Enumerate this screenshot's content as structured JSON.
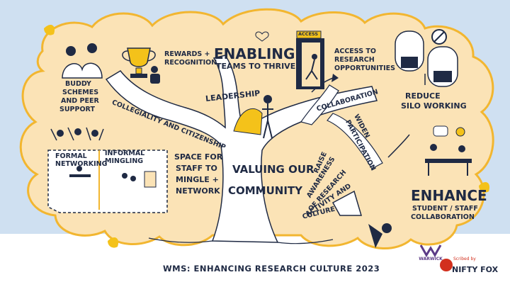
{
  "labels": {
    "enabling_1": "ENABLING",
    "enabling_2": "TEAMS TO THRIVE!",
    "rewards_1": "REWARDS +",
    "rewards_2": "RECOGNITION",
    "access_tag": "ACCESS",
    "access_1": "ACCESS TO",
    "access_2": "RESEARCH",
    "access_3": "OPPORTUNITIES",
    "buddy_1": "BUDDY",
    "buddy_2": "SCHEMES",
    "buddy_3": "AND PEER",
    "buddy_4": "SUPPORT",
    "collegiality": "COLLEGIALITY AND CITIZENSHIP",
    "leadership": "LEADERSHIP",
    "collaboration": "COLLABORATION",
    "reduce_1": "REDUCE",
    "reduce_2": "SILO WORKING",
    "widen_1": "WIDEN",
    "widen_2": "PARTICIPATION",
    "formal_1": "FORMAL",
    "formal_2": "NETWORKING",
    "informal_1": "INFORMAL",
    "informal_2": "MINGLING",
    "space_1": "SPACE FOR",
    "space_2": "STAFF TO",
    "space_3": "MINGLE +",
    "space_4": "NETWORK",
    "valuing_1": "VALUING OUR",
    "valuing_2": "COMMUNITY",
    "raise_1": "RAISE",
    "raise_2": "AWARENESS",
    "raise_3": "OF RESEARCH",
    "raise_4": "ACTIVITY AND",
    "raise_5": "CULTURE",
    "enhance_1": "ENHANCE",
    "enhance_2": "STUDENT / STAFF",
    "enhance_3": "COLLABORATION"
  },
  "footer": "WMS: ENHANCING RESEARCH CULTURE 2023",
  "logos": {
    "warwick": "WARWICK",
    "scribed_by": "Scribed by",
    "nifty_fox": "NIFTY FOX"
  },
  "colors": {
    "sky": "#cfe0f1",
    "cloud": "#fbe3b6",
    "cloud_border": "#f2b630",
    "ink": "#1f2a44",
    "tree": "#ffffff",
    "accent_yellow": "#f4c21a",
    "fox_red": "#d2301e"
  },
  "icons": [
    "trophy-icon",
    "door-icon",
    "megaphone-icon",
    "no-entry-icon",
    "speech-bubble-icon",
    "lightbulb-icon",
    "heart-icon",
    "leaf-icon"
  ]
}
